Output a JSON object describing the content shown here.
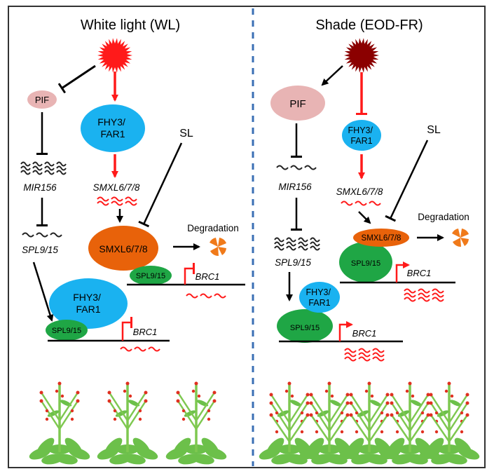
{
  "panels": {
    "left": {
      "title": "White light (WL)",
      "pif": "PIF",
      "fhy": [
        "FHY3/",
        "FAR1"
      ],
      "smxl_gene": "SMXL6/7/8",
      "sl": "SL",
      "mir": "MIR156",
      "spl_gene": "SPL9/15",
      "smxl_protein": "SMXL6/7/8",
      "degradation": "Degradation",
      "spl_protein_top": "SPL9/15",
      "brc_top": "BRC1",
      "fhy_lower": [
        "FHY3/",
        "FAR1"
      ],
      "spl_protein_bottom": "SPL9/15",
      "brc_bottom": "BRC1"
    },
    "right": {
      "title": "Shade (EOD-FR)",
      "pif": "PIF",
      "fhy": [
        "FHY3/",
        "FAR1"
      ],
      "sl": "SL",
      "mir": "MIR156",
      "smxl_gene": "SMXL6/7/8",
      "smxl_protein": "SMXL6/7/8",
      "degradation": "Degradation",
      "spl_gene": "SPL9/15",
      "spl_protein_top": "SPL9/15",
      "brc_top": "BRC1",
      "fhy_lower": [
        "FHY3/",
        "FAR1"
      ],
      "spl_protein_bottom": "SPL9/15",
      "brc_bottom": "BRC1"
    }
  },
  "colors": {
    "light_wl": "#ff1a1a",
    "light_shade": "#8b0000",
    "pif": "#e8b4b4",
    "fhy": "#1ab2f0",
    "smxl": "#e8620a",
    "spl": "#1fa645",
    "red": "#ff1a1a",
    "degradation": "#f07a1a",
    "stem": "#7ec850",
    "leaf": "#6cc04a"
  }
}
